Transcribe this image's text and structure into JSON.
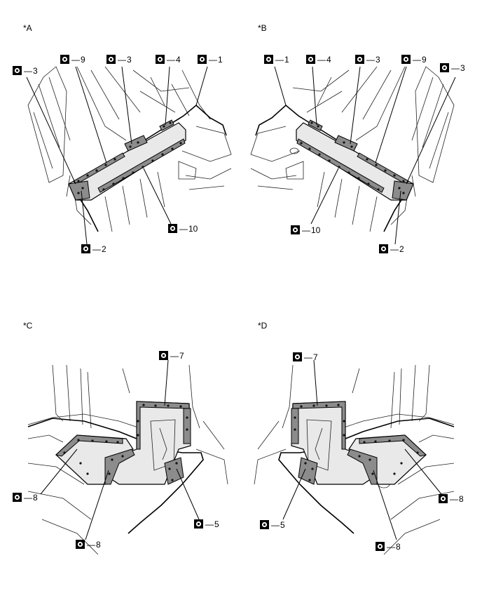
{
  "panels": [
    {
      "id": "A",
      "label": "*A",
      "callouts": [
        {
          "num": "3",
          "text": "3"
        },
        {
          "num": "9",
          "text": "9"
        },
        {
          "num": "3",
          "text": "3"
        },
        {
          "num": "4",
          "text": "4"
        },
        {
          "num": "1",
          "text": "1"
        },
        {
          "num": "10",
          "text": "10"
        },
        {
          "num": "2",
          "text": "2"
        }
      ]
    },
    {
      "id": "B",
      "label": "*B",
      "callouts": [
        {
          "num": "1",
          "text": "1"
        },
        {
          "num": "4",
          "text": "4"
        },
        {
          "num": "3",
          "text": "3"
        },
        {
          "num": "9",
          "text": "9"
        },
        {
          "num": "3",
          "text": "3"
        },
        {
          "num": "10",
          "text": "10"
        },
        {
          "num": "2",
          "text": "2"
        }
      ]
    },
    {
      "id": "C",
      "label": "*C",
      "callouts": [
        {
          "num": "7",
          "text": "7"
        },
        {
          "num": "8",
          "text": "8"
        },
        {
          "num": "8",
          "text": "8"
        },
        {
          "num": "5",
          "text": "5"
        }
      ]
    },
    {
      "id": "D",
      "label": "*D",
      "callouts": [
        {
          "num": "7",
          "text": "7"
        },
        {
          "num": "8",
          "text": "8"
        },
        {
          "num": "5",
          "text": "5"
        },
        {
          "num": "8",
          "text": "8"
        }
      ]
    }
  ],
  "icons": {
    "spot_weld_symbol": "spot-weld-icon",
    "dash": "—"
  }
}
